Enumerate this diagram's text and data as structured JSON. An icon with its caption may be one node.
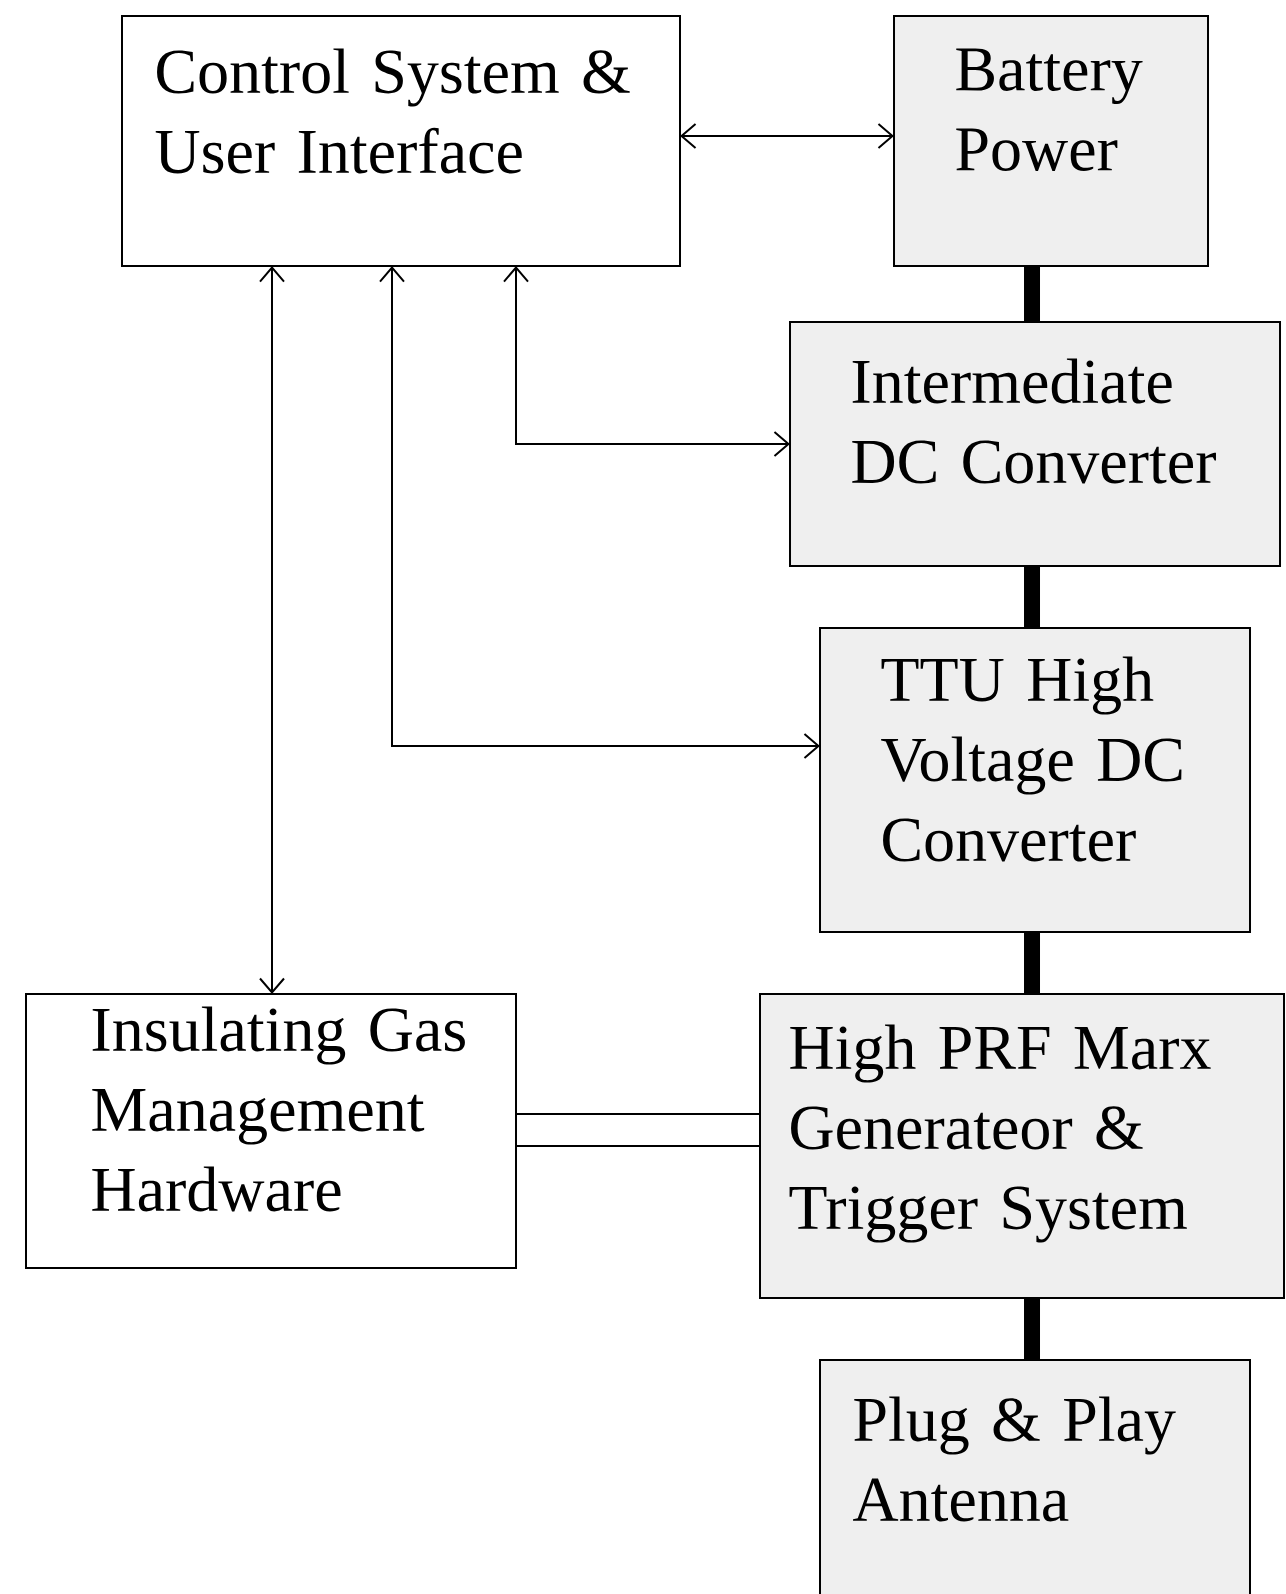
{
  "diagram": {
    "nodes": [
      {
        "text": [
          "Control System & User Interface"
        ]
      },
      {
        "text": [
          "Battery Power"
        ]
      },
      {
        "text": [
          "Intermediate DC Converter"
        ]
      },
      {
        "text": [
          "TTU High Voltage DC Converter"
        ]
      },
      {
        "text": [
          "Insulating Gas Management Hardware"
        ]
      },
      {
        "text": [
          "High PRF Marx Generateor & Trigger System"
        ]
      },
      {
        "text": [
          "Plug & Play Antenna"
        ]
      }
    ],
    "edges": [
      {
        "from": 0,
        "to": 1,
        "arrow": "both"
      },
      {
        "from": 1,
        "to": 2,
        "arrow": "none",
        "style": "thick"
      },
      {
        "from": 2,
        "to": 3,
        "arrow": "none",
        "style": "thick"
      },
      {
        "from": 3,
        "to": 5,
        "arrow": "none",
        "style": "thick"
      },
      {
        "from": 5,
        "to": 6,
        "arrow": "none",
        "style": "thick"
      },
      {
        "from": 0,
        "to": 2,
        "arrow": "both"
      },
      {
        "from": 0,
        "to": 3,
        "arrow": "both"
      },
      {
        "from": 0,
        "to": 4,
        "arrow": "both"
      },
      {
        "from": 4,
        "to": 5,
        "arrow": "none"
      }
    ]
  }
}
